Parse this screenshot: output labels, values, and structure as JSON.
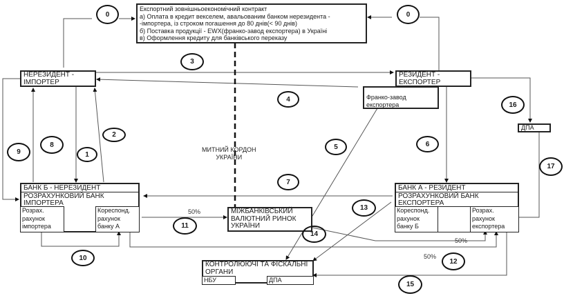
{
  "contract": {
    "title": "Експортний  зовнішньоекономічний контракт",
    "lines": [
      "а) Оплата в кредит векселем, авальованим банком нерезидента -",
      " -імпортера, із строком погашення до 80 днів(< 90 днів)",
      "б) Поставка продукції - EWX(франко-завод експортера) в Україні",
      "в) Оформлення кредиту для банківського переказу"
    ]
  },
  "importer": {
    "lines": [
      "НЕРЕЗИДЕНТ -",
      "ІМПОРТЕР"
    ]
  },
  "exporter": {
    "lines": [
      "РЕЗИДЕНТ -",
      "ЕКСПОРТЕР"
    ]
  },
  "franco": {
    "lines": [
      "Франко-завод",
      "експортера"
    ]
  },
  "dpa_small": {
    "label": "ДПА"
  },
  "border": {
    "lines": [
      "МИТНИЙ  КОРДОН",
      "УКРАЇНИ"
    ]
  },
  "bank_b": {
    "title": "БАНК Б - НЕРЕЗИДЕНТ",
    "subtitle": [
      "РОЗРАХУНКОВИЙ БАНК",
      "ІМПОРТЕРА"
    ],
    "account_left": [
      "Розрах.",
      "рахунок",
      "імпортера"
    ],
    "account_right": [
      "Кореспонд.",
      "рахунок",
      "банку А"
    ]
  },
  "bank_a": {
    "title": "БАНК А - РЕЗИДЕНТ",
    "subtitle": [
      "РОЗРАХУНКОВИЙ БАНК",
      "ЕКСПОРТЕРА"
    ],
    "account_left": [
      "Кореспонд.",
      "рахунок",
      "банку Б"
    ],
    "account_right": [
      "Розрах.",
      "рахунок",
      "експортера"
    ]
  },
  "interbank": {
    "lines": [
      "МІЖБАНКІВСЬКИЙ",
      "ВАЛЮТНИЙ РИНОК",
      "УКРАЇНИ"
    ]
  },
  "control": {
    "lines": [
      "КОНТРОЛЮЮЧІ ТА ФІСКАЛЬНІ",
      "ОРГАНИ"
    ],
    "left": "НБУ",
    "right": "ДПА"
  },
  "percent_labels": [
    "50%",
    "50%",
    "50%"
  ],
  "steps": [
    "0",
    "0",
    "1",
    "2",
    "3",
    "4",
    "5",
    "6",
    "7",
    "8",
    "9",
    "10",
    "11",
    "12",
    "13",
    "14",
    "15",
    "16",
    "17"
  ]
}
